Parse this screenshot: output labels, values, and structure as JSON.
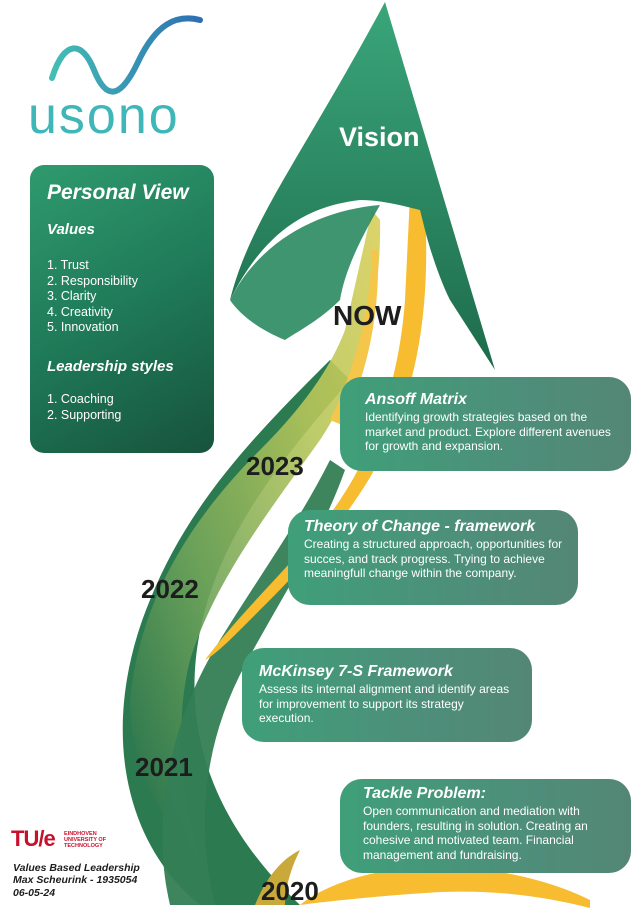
{
  "brand": {
    "logo_text": "usono"
  },
  "vision_label": "Vision",
  "now_label": "NOW",
  "personal_view": {
    "title": "Personal View",
    "values_heading": "Values",
    "values": [
      "1. Trust",
      "2. Responsibility",
      "3. Clarity",
      "4. Creativity",
      "5. Innovation"
    ],
    "leadership_heading": "Leadership styles",
    "leadership": [
      "1. Coaching",
      "2. Supporting"
    ]
  },
  "years": [
    "2023",
    "2022",
    "2021",
    "2020"
  ],
  "milestones": [
    {
      "title": "Ansoff Matrix",
      "body": "Identifying growth strategies based on the market and product. Explore different avenues for growth and expansion."
    },
    {
      "title": "Theory of Change - framework",
      "body": "Creating a structured approach, opportunities for succes, and track progress. Trying to achieve meaningfull change within the company."
    },
    {
      "title": "McKinsey 7-S Framework",
      "body": "Assess its internal alignment and identify areas for improvement to support its strategy execution."
    },
    {
      "title": "Tackle Problem:",
      "body": "Open communication and mediation with founders, resulting in solution. Creating an cohesive and motivated team. Financial management and fundraising."
    }
  ],
  "institution": {
    "mark": "TU/e",
    "name": "EINDHOVEN UNIVERSITY OF TECHNOLOGY"
  },
  "footer": {
    "course": "Values Based Leadership",
    "author": "Max Scheurink - 1935054",
    "date": "06-05-24"
  },
  "colors": {
    "green_dark": "#1f6e4e",
    "green_light": "#8fb35a",
    "yellow": "#f7bc2f",
    "teal_logo": "#3fb6b8",
    "blue_logo": "#2f7fb8",
    "tue_red": "#c8102e"
  }
}
